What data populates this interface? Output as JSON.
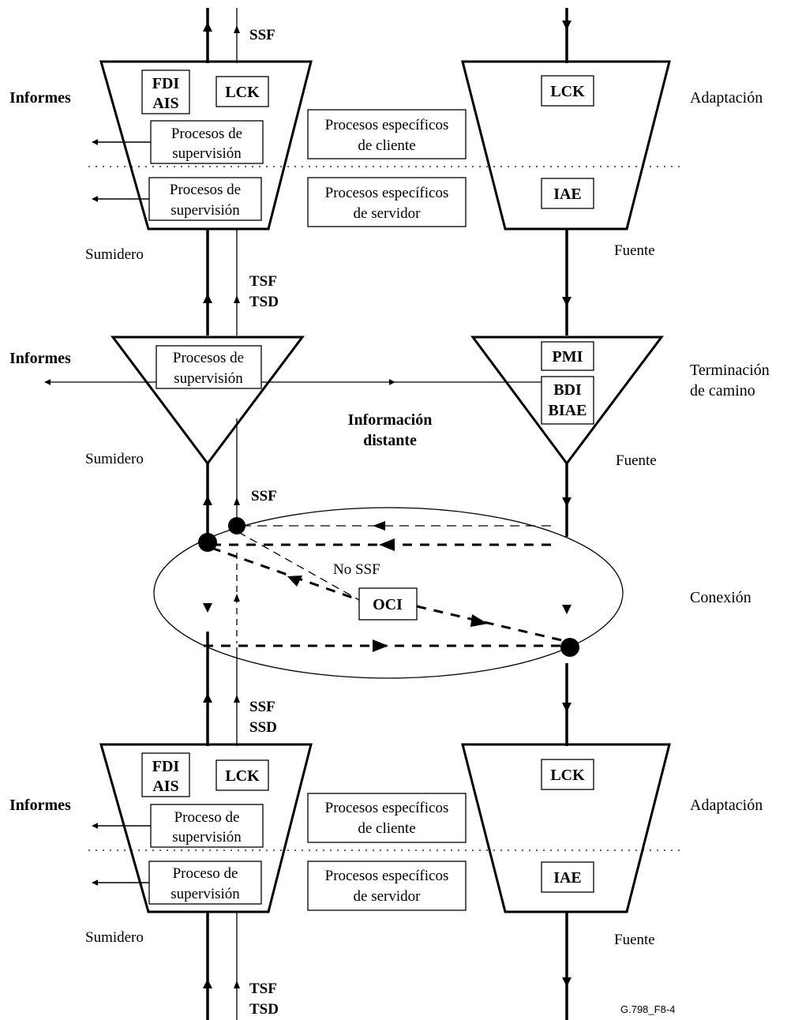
{
  "figure_id": "G.798_F8-4",
  "top_block": {
    "signal_top": "SSF",
    "sink_fdi": "FDI",
    "sink_ais": "AIS",
    "sink_lck": "LCK",
    "sink_proc_upper_l1": "Procesos de",
    "sink_proc_upper_l2": "supervisión",
    "sink_proc_lower_l1": "Procesos de",
    "sink_proc_lower_l2": "supervisión",
    "client_l1": "Procesos específicos",
    "client_l2": "de cliente",
    "server_l1": "Procesos específicos",
    "server_l2": "de servidor",
    "source_lck": "LCK",
    "source_iae": "IAE",
    "reports_label": "Informes",
    "layer_label": "Adaptación",
    "sink_label": "Sumidero",
    "source_label": "Fuente"
  },
  "trail_block": {
    "signal_tsf": "TSF",
    "signal_tsd": "TSD",
    "reports_label": "Informes",
    "proc_l1": "Procesos de",
    "proc_l2": "supervisión",
    "pmi": "PMI",
    "bdi": "BDI",
    "biae": "BIAE",
    "remote_l1": "Información",
    "remote_l2": "distante",
    "layer_l1": "Terminación",
    "layer_l2": "de camino",
    "sink_label": "Sumidero",
    "source_label": "Fuente"
  },
  "connection_block": {
    "signal_ssf": "SSF",
    "no_ssf": "No SSF",
    "oci": "OCI",
    "layer_label": "Conexión"
  },
  "bottom_block": {
    "signal_ssf": "SSF",
    "signal_ssd": "SSD",
    "sink_fdi": "FDI",
    "sink_ais": "AIS",
    "sink_lck": "LCK",
    "sink_proc_upper_l1": "Proceso de",
    "sink_proc_upper_l2": "supervisión",
    "sink_proc_lower_l1": "Proceso de",
    "sink_proc_lower_l2": "supervisión",
    "client_l1": "Procesos específicos",
    "client_l2": "de cliente",
    "server_l1": "Procesos específicos",
    "server_l2": "de servidor",
    "source_lck": "LCK",
    "source_iae": "IAE",
    "reports_label": "Informes",
    "layer_label": "Adaptación",
    "sink_label": "Sumidero",
    "source_label": "Fuente",
    "signal_tsf": "TSF",
    "signal_tsd": "TSD"
  }
}
